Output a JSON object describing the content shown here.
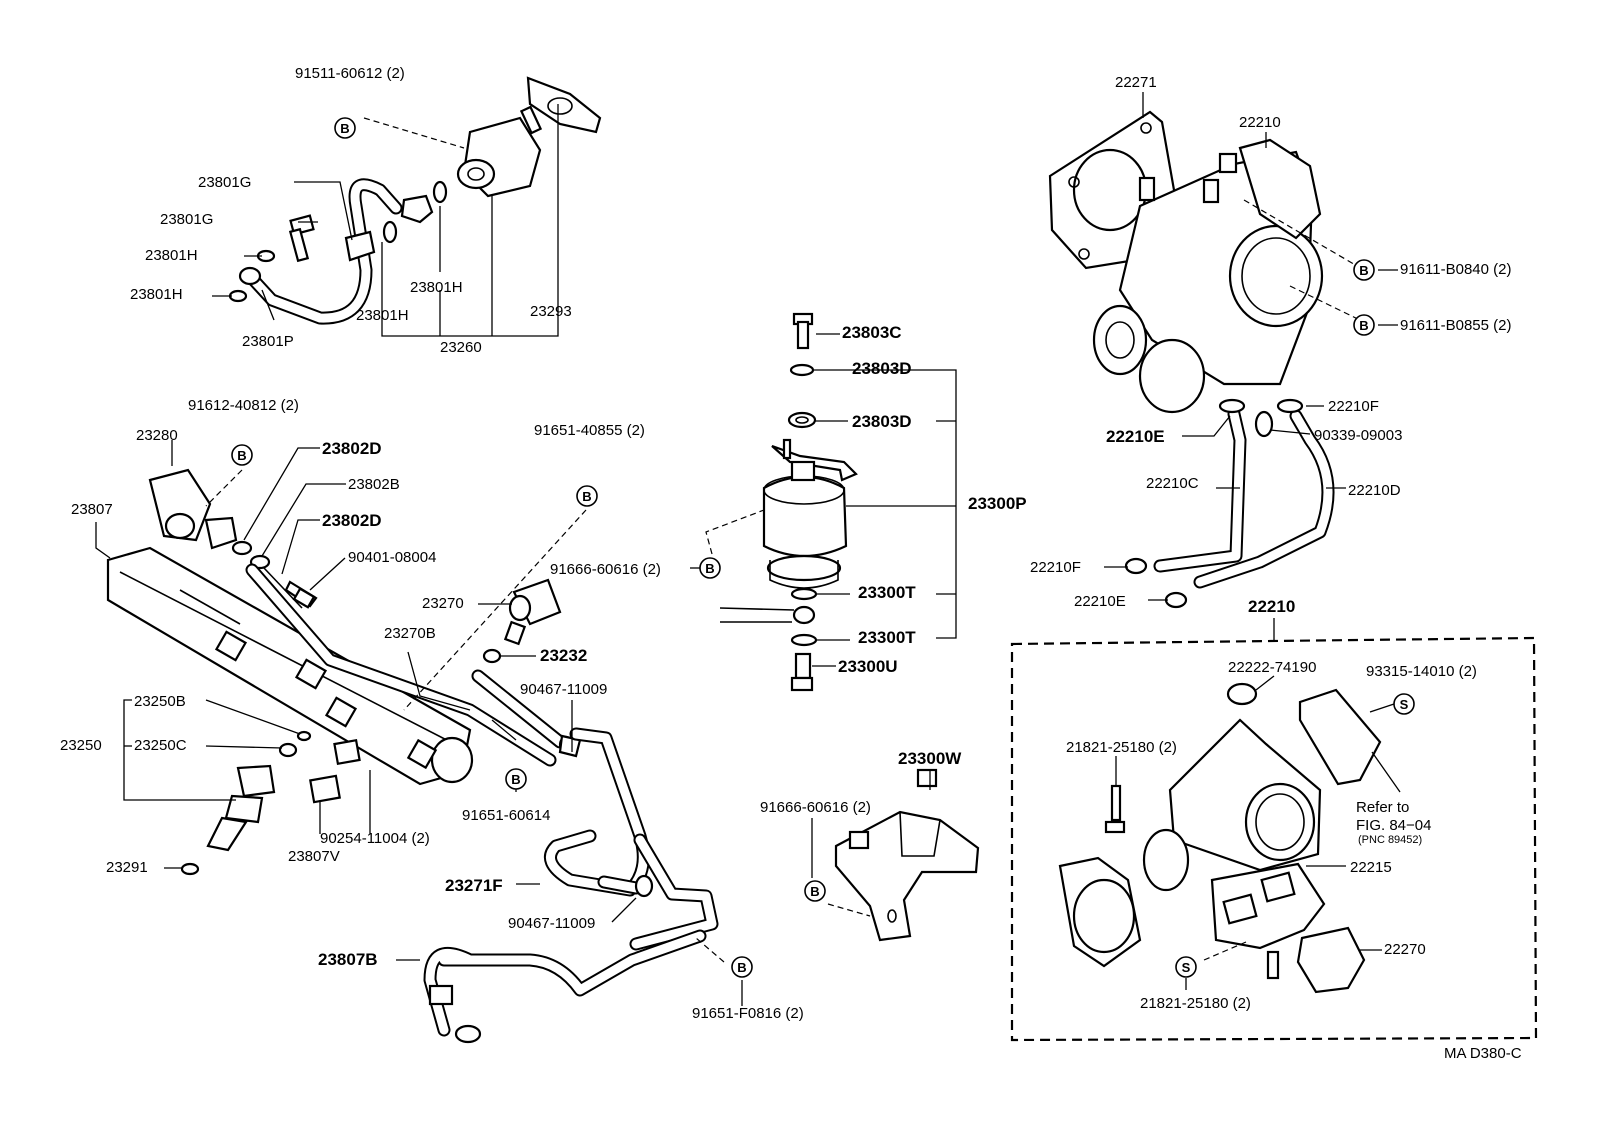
{
  "labels": {
    "p91511_60612": "91511-60612 (2)",
    "p23801G_a": "23801G",
    "p23801G_b": "23801G",
    "p23801H_a": "23801H",
    "p23801H_b": "23801H",
    "p23801H_c": "23801H",
    "p23801H_d": "23801H",
    "p23801P": "23801P",
    "p23293": "23293",
    "p23260": "23260",
    "p91612_40812": "91612-40812 (2)",
    "p23280": "23280",
    "p23802D_a": "23802D",
    "p23802B": "23802B",
    "p23802D_b": "23802D",
    "p90401_08004": "90401-08004",
    "p23807": "23807",
    "p91651_40855": "91651-40855 (2)",
    "p23270": "23270",
    "p23232": "23232",
    "p23270B": "23270B",
    "p90467_11009_a": "90467-11009",
    "p23250B": "23250B",
    "p23250": "23250",
    "p23250C": "23250C",
    "p90254_11004": "90254-11004 (2)",
    "p23807V": "23807V",
    "p23291": "23291",
    "p91651_60614": "91651-60614",
    "p23271F": "23271F",
    "p90467_11009_b": "90467-11009",
    "p23807B": "23807B",
    "p91651_F0816": "91651-F0816 (2)",
    "p23803C": "23803C",
    "p23803D_a": "23803D",
    "p23803D_b": "23803D",
    "p23300P": "23300P",
    "p91666_60616_a": "91666-60616 (2)",
    "p23300T_a": "23300T",
    "p23300T_b": "23300T",
    "p23300U": "23300U",
    "p23300W": "23300W",
    "p91666_60616_b": "91666-60616 (2)",
    "p22271": "22271",
    "p22210_top": "22210",
    "p91611_B0840": "91611-B0840 (2)",
    "p91611_B0855": "91611-B0855 (2)",
    "p22210F_a": "22210F",
    "p22210E_a": "22210E",
    "p90339_09003": "90339-09003",
    "p22210C": "22210C",
    "p22210D": "22210D",
    "p22210F_b": "22210F",
    "p22210E_b": "22210E",
    "p22210_box": "22210",
    "p22222_74190": "22222-74190",
    "p93315_14010": "93315-14010 (2)",
    "p21821_25180_a": "21821-25180 (2)",
    "refer_to": "Refer to",
    "fig_ref": "FIG. 84−04",
    "pnc_ref": "(PNC 89452)",
    "p22215": "22215",
    "p22270": "22270",
    "p21821_25180_b": "21821-25180 (2)",
    "drawing_code": "MA  D380-C"
  },
  "symbols": {
    "bolt": "B",
    "screw": "S"
  }
}
